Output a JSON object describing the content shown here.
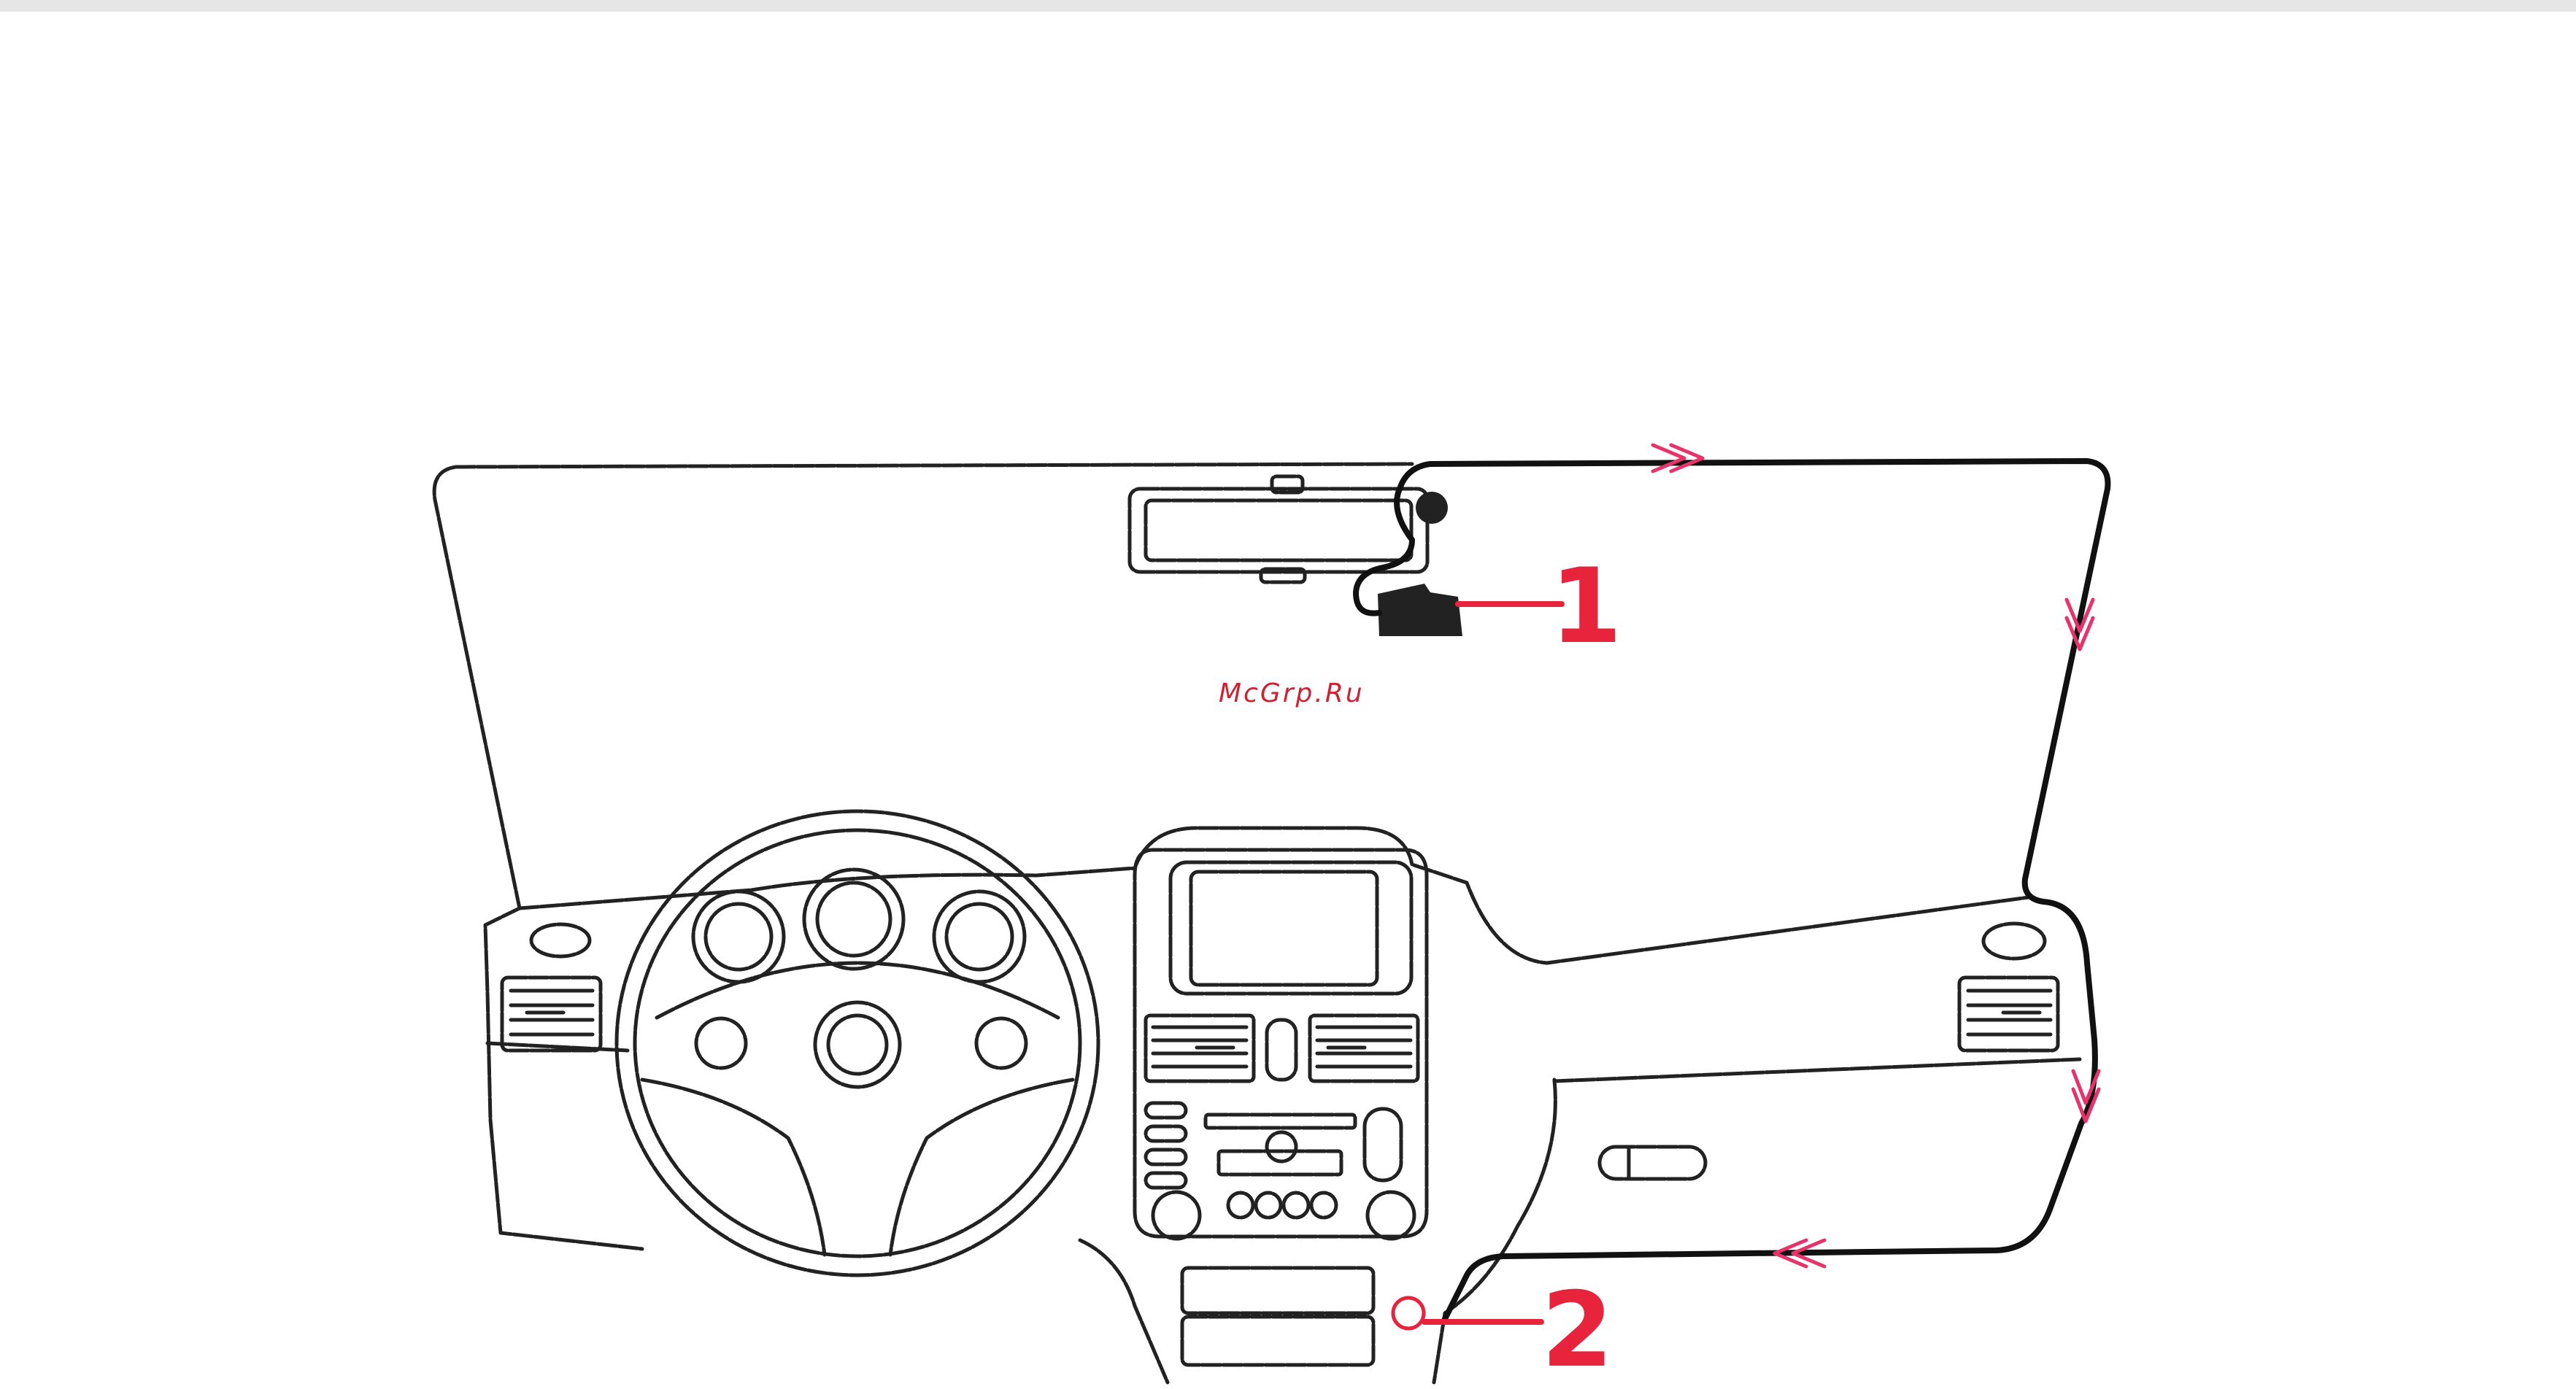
{
  "callouts": [
    {
      "label": "1",
      "target": "dash-camera"
    },
    {
      "label": "2",
      "target": "power-socket"
    }
  ],
  "watermark": "McGrp.Ru",
  "colors": {
    "callout": "#e8233c",
    "cable_arrows": "#e8336a",
    "line_art": "#222222",
    "cable": "#111111",
    "background": "#ffffff"
  },
  "cable_route_arrows": [
    {
      "direction": "right",
      "segment": "top-windshield-edge"
    },
    {
      "direction": "down",
      "segment": "right-a-pillar"
    },
    {
      "direction": "down",
      "segment": "right-dashboard-side"
    },
    {
      "direction": "left",
      "segment": "under-glovebox"
    }
  ]
}
